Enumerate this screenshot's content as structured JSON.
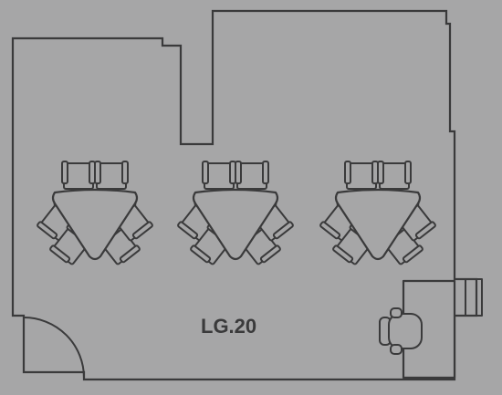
{
  "room": {
    "label": "LG.20"
  },
  "colors": {
    "background": "#a6a6a7",
    "line": "#3a3a3b"
  },
  "furniture": {
    "table_clusters": [
      {
        "name": "left",
        "table_shape": "triangle",
        "chairs": 6
      },
      {
        "name": "middle",
        "table_shape": "triangle",
        "chairs": 6
      },
      {
        "name": "right",
        "table_shape": "triangle",
        "chairs": 6
      }
    ],
    "desk": {
      "chairs": 1
    }
  },
  "fixtures": {
    "door": "single-swing-door-bottom-left",
    "window_box": "right-wall"
  }
}
